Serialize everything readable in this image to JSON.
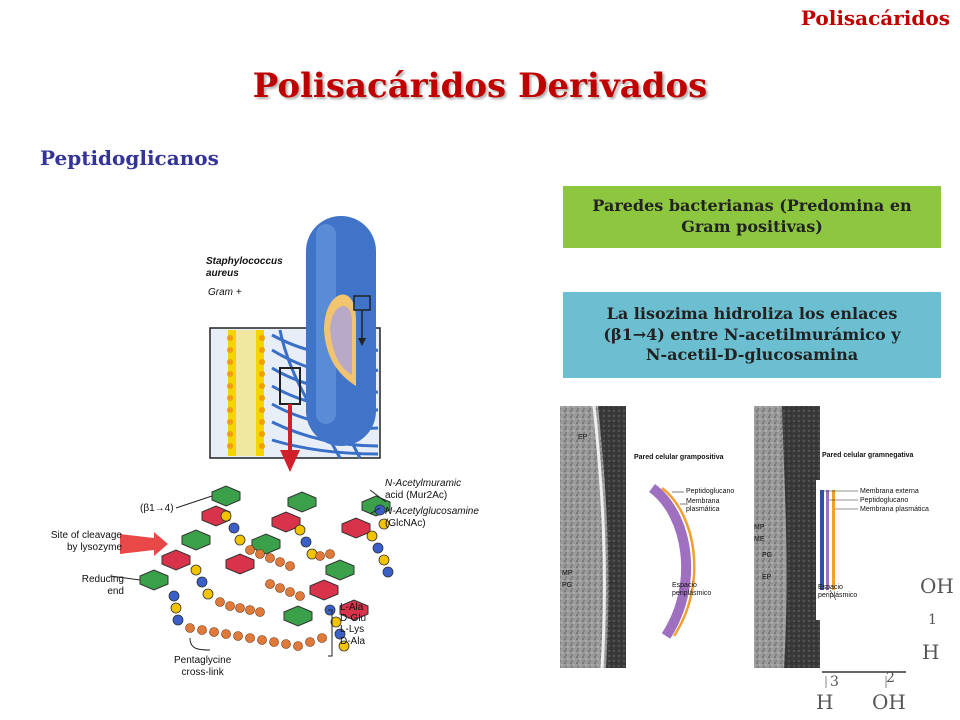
{
  "header": {
    "section_tag": "Polisacáridos",
    "title": "Polisacáridos Derivados",
    "subtitle": "Peptidoglicanos"
  },
  "boxes": {
    "green_line1": "Paredes bacterianas (Predomina en",
    "green_line2": "Gram positivas)",
    "blue_line1": "La lisozima hidroliza los enlaces",
    "blue_line2": "(β1→4) entre N-acetilmurámico y",
    "blue_line3": "N-acetil-D-glucosamina"
  },
  "figure": {
    "organism_line1": "Staphylococcus",
    "organism_line2": "aureus",
    "gram": "Gram +",
    "bond": "(β1→4)",
    "mur_line1": "N-Acetylmuramic",
    "mur_line2": "acid (Mur2Ac)",
    "glc_line1": "N-Acetylglucosamine",
    "glc_line2": "(GlcNAc)",
    "cleave_line1": "Site of cleavage",
    "cleave_line2": "by lysozyme",
    "reducing_line1": "Reducing",
    "reducing_line2": "end",
    "aa1": "L-Ala",
    "aa2": "D-Glu",
    "aa3": "L-Lys",
    "aa4": "D-Ala",
    "penta_line1": "Pentaglycine",
    "penta_line2": "cross-link"
  },
  "micrographs": {
    "pos_title": "Pared celular grampositiva",
    "pos_pg": "Peptidoglucano",
    "pos_mem1": "Membrana",
    "pos_mem2": "plasmática",
    "pos_esp1": "Espacio",
    "pos_esp2": "periplásmico",
    "pos_ep": "EP",
    "pos_mp": "MP",
    "pos_pgl": "PG",
    "neg_title": "Pared celular gramnegativa",
    "neg_ext": "Membrana externa",
    "neg_pg": "Peptidoglucano",
    "neg_pm": "Membrana plasmática",
    "neg_esp1": "Espacio",
    "neg_esp2": "periplásmico",
    "neg_mp": "MP",
    "neg_me": "ME",
    "neg_pg_l": "PG",
    "neg_ep": "EP"
  },
  "corner": {
    "oh_top": "OH",
    "one": "1",
    "h_mid": "H",
    "three": "3",
    "two": "2",
    "h_bottom": "H",
    "oh_bottom": "OH"
  }
}
